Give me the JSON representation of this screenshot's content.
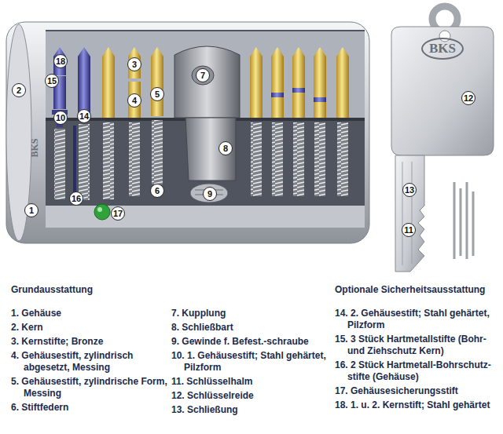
{
  "diagram": {
    "labels": [
      "18",
      "15",
      "2",
      "3",
      "4",
      "5",
      "7",
      "12",
      "BKS",
      "10",
      "14",
      "BKS",
      "8",
      "6",
      "9",
      "13",
      "16",
      "17",
      "1",
      "11",
      "Grundausstattung",
      "Optionale Sicherheitsausstattung",
      "1. Gehäuse",
      "2. Kern",
      "3. Kernstifte; Bronze",
      "4. Gehäusestift, zylindrisch abgesetzt, Messing",
      "5. Gehäusestift, zylindrische Form, Messing",
      "6. Stiftfedern",
      "7. Kupplung",
      "8. Schließbart",
      "9. Gewinde f. Befest.-schraube",
      "10. 1. Gehäusestift; Stahl gehärtet, Pilzform",
      "11. Schlüsselhalm",
      "12. Schlüsselreide",
      "13. Schließung",
      "14. 2. Gehäusestift; Stahl gehärtet, Pilzform",
      "15. 3 Stück Hartmetallstifte (Bohr- und Ziehschutz Kern)",
      "16. 2 Stück Hartmetall-Bohrschutz-stifte (Gehäuse)",
      "17. Gehäusesicherungsstift",
      "18. 1. u. 2. Kernstift; Stahl gehärtet"
    ]
  }
}
